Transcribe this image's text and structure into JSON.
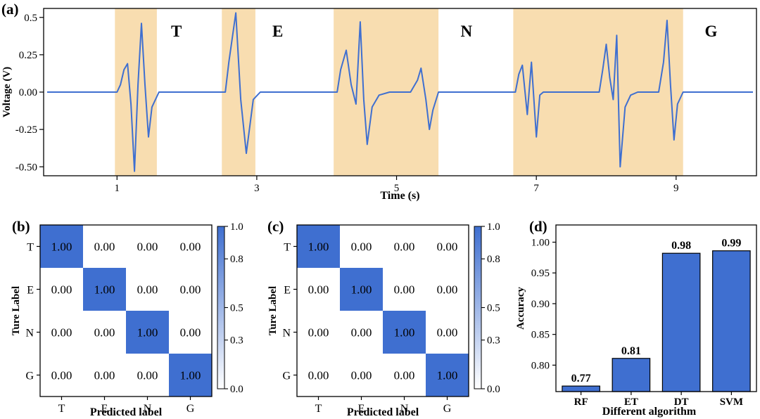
{
  "chart_data": [
    {
      "panel": "(a)",
      "type": "line",
      "xlabel": "Time (s)",
      "ylabel": "Voltage (V)",
      "xlim": [
        -0.05,
        10.15
      ],
      "ylim": [
        -0.56,
        0.56
      ],
      "xticks": [
        1,
        3,
        5,
        7,
        9
      ],
      "yticks": [
        0.5,
        0.25,
        0.0,
        -0.25,
        -0.5
      ],
      "ytick_labels": [
        "0.5",
        "0.25",
        "0.00",
        "-0.25",
        "-0.50"
      ],
      "line_color": "#3f6fd0",
      "highlight_color": "#f8ddb0",
      "highlights": [
        {
          "start": 0.97,
          "end": 1.57,
          "letter": "T",
          "letter_x": 1.85
        },
        {
          "start": 2.5,
          "end": 2.98,
          "letter": "E",
          "letter_x": 3.3
        },
        {
          "start": 4.1,
          "end": 5.6,
          "letter": "N",
          "letter_x": 6.0
        },
        {
          "start": 6.67,
          "end": 9.1,
          "letter": "G",
          "letter_x": 9.5
        }
      ],
      "series": [
        {
          "x": [
            0.0,
            1.0,
            1.05,
            1.1,
            1.15,
            1.2,
            1.25,
            1.3,
            1.35,
            1.4,
            1.45,
            1.5,
            1.6,
            2.55,
            2.6,
            2.7,
            2.77,
            2.85,
            2.95,
            3.05,
            4.15,
            4.2,
            4.28,
            4.35,
            4.42,
            4.48,
            4.53,
            4.58,
            4.65,
            4.75,
            4.9,
            5.2,
            5.3,
            5.35,
            5.42,
            5.47,
            5.52,
            5.6,
            6.7,
            6.75,
            6.8,
            6.87,
            6.93,
            7.0,
            7.05,
            7.1,
            7.2,
            7.9,
            7.95,
            8.0,
            8.05,
            8.1,
            8.15,
            8.2,
            8.27,
            8.35,
            8.45,
            8.75,
            8.82,
            8.87,
            8.92,
            8.97,
            9.02,
            9.1,
            10.1
          ],
          "y": [
            0.0,
            0.0,
            0.05,
            0.15,
            0.19,
            -0.08,
            -0.53,
            0.05,
            0.46,
            0.05,
            -0.3,
            -0.1,
            0.0,
            0.0,
            0.2,
            0.53,
            -0.05,
            -0.41,
            -0.05,
            0.0,
            0.0,
            0.15,
            0.28,
            0.05,
            -0.08,
            0.47,
            -0.05,
            -0.35,
            -0.1,
            -0.02,
            0.0,
            0.0,
            0.08,
            0.16,
            -0.05,
            -0.25,
            -0.12,
            0.0,
            0.0,
            0.12,
            0.18,
            -0.15,
            0.2,
            -0.3,
            -0.02,
            0.0,
            0.0,
            0.0,
            0.15,
            0.32,
            0.1,
            -0.05,
            0.38,
            -0.5,
            -0.1,
            -0.02,
            0.0,
            0.0,
            0.2,
            0.48,
            0.05,
            -0.32,
            -0.08,
            0.0,
            0.0
          ]
        }
      ]
    },
    {
      "panel": "(b)",
      "type": "heatmap",
      "xlabel": "Predicted label",
      "ylabel": "Ture Label",
      "categories": [
        "T",
        "E",
        "N",
        "G"
      ],
      "values": [
        [
          "1.00",
          "0.00",
          "0.00",
          "0.00"
        ],
        [
          "0.00",
          "1.00",
          "0.00",
          "0.00"
        ],
        [
          "0.00",
          "0.00",
          "1.00",
          "0.00"
        ],
        [
          "0.00",
          "0.00",
          "0.00",
          "1.00"
        ]
      ],
      "colorbar_ticks": [
        "1.0",
        "0.8",
        "0.5",
        "0.3",
        "0.0"
      ],
      "colorbar_range": [
        0,
        1.0
      ],
      "cell_color": "#3f6fd0"
    },
    {
      "panel": "(c)",
      "type": "heatmap",
      "xlabel": "Predicted label",
      "ylabel": "Ture Label",
      "categories": [
        "T",
        "E",
        "N",
        "G"
      ],
      "values": [
        [
          "1.00",
          "0.00",
          "0.00",
          "0.00"
        ],
        [
          "0.00",
          "1.00",
          "0.00",
          "0.00"
        ],
        [
          "0.00",
          "0.00",
          "1.00",
          "0.00"
        ],
        [
          "0.00",
          "0.00",
          "0.00",
          "1.00"
        ]
      ],
      "colorbar_ticks": [
        "1.0",
        "0.8",
        "0.5",
        "0.3",
        "0.0"
      ],
      "colorbar_range": [
        0,
        1.0
      ],
      "cell_color": "#3f6fd0"
    },
    {
      "panel": "(d)",
      "type": "bar",
      "xlabel": "Different algorithm",
      "ylabel": "Accuracy",
      "categories": [
        "RF",
        "ET",
        "DT",
        "SVM"
      ],
      "values": [
        0.766,
        0.811,
        0.982,
        0.986
      ],
      "value_labels": [
        "0.77",
        "0.81",
        "0.98",
        "0.99"
      ],
      "ylim": [
        0.757,
        1.028
      ],
      "yticks": [
        1.0,
        0.95,
        0.9,
        0.85,
        0.8
      ],
      "ytick_labels": [
        "1.00",
        "0.95",
        "0.90",
        "0.85",
        "0.80"
      ],
      "bar_color": "#3f6fd0"
    }
  ]
}
